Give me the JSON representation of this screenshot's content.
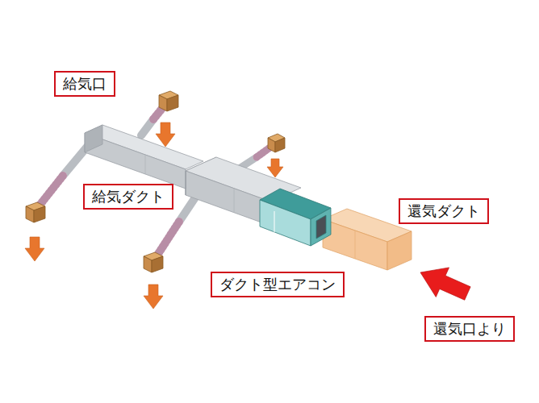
{
  "diagram": {
    "nodes": [
      {
        "text": [
          "給気口"
        ]
      },
      {
        "text": [
          "給気ダクト"
        ]
      },
      {
        "text": [
          "還気ダクト"
        ]
      },
      {
        "text": [
          "ダクト型エアコン"
        ]
      },
      {
        "text": [
          "還気口より"
        ]
      }
    ]
  }
}
